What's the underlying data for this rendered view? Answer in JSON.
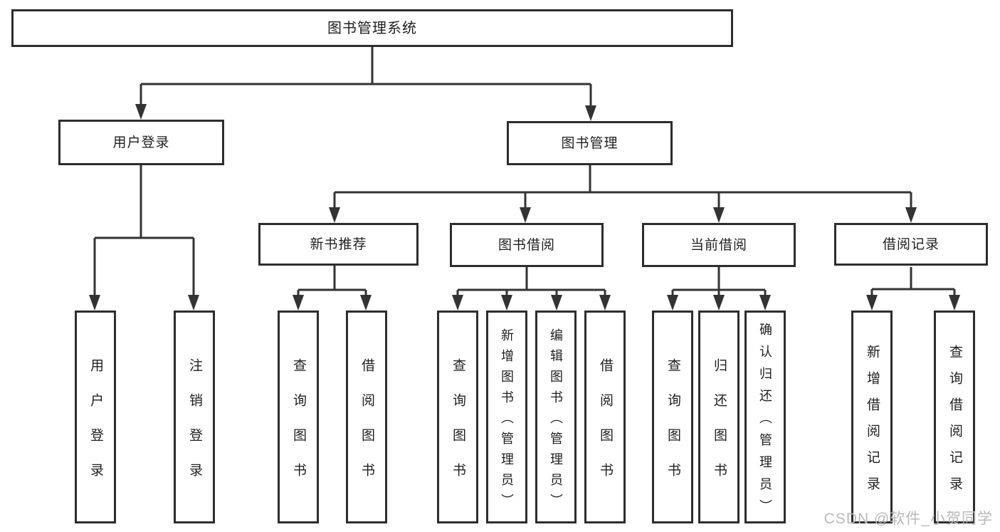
{
  "tree": {
    "root": "图书管理系统",
    "children": [
      {
        "label": "用户登录",
        "children": [
          "用户登录",
          "注销登录"
        ]
      },
      {
        "label": "图书管理",
        "children": [
          {
            "label": "新书推荐",
            "children": [
              "查询图书",
              "借阅图书"
            ]
          },
          {
            "label": "图书借阅",
            "children": [
              "查询图书",
              "新增图书（管理员）",
              "编辑图书（管理员）",
              "借阅图书"
            ]
          },
          {
            "label": "当前借阅",
            "children": [
              "查询图书",
              "归还图书",
              "确认归还（管理员）"
            ]
          },
          {
            "label": "借阅记录",
            "children": [
              "新增借阅记录",
              "查询借阅记录"
            ]
          }
        ]
      }
    ]
  },
  "watermark": "CSDN @软件_小贺同学",
  "colors": {
    "line": "#333333",
    "box_border": "#2d2d2d",
    "text": "#1f1f1f",
    "watermark": "#b9b9b9",
    "background": "#ffffff"
  }
}
